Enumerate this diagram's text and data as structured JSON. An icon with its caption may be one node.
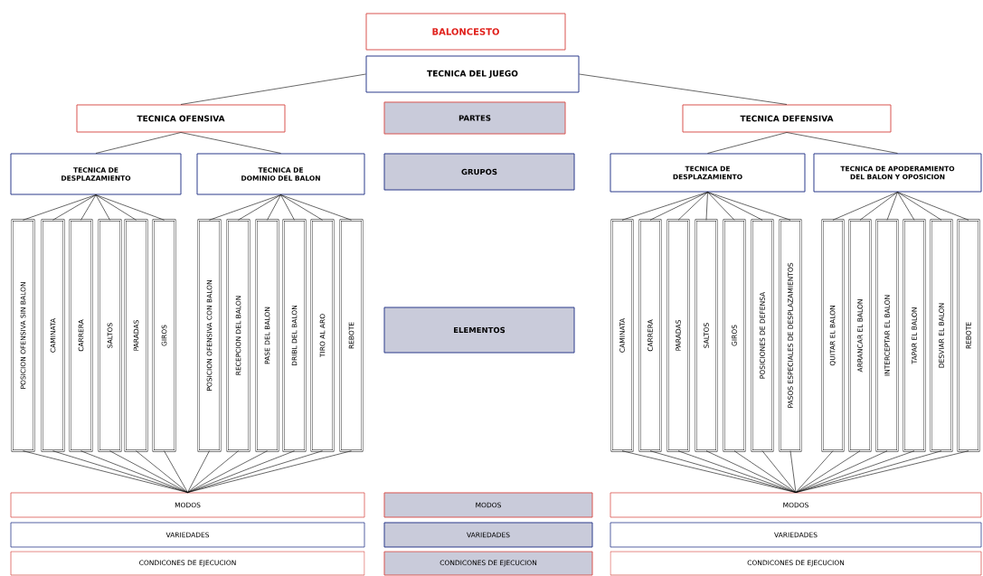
{
  "diagram": {
    "nodes": [
      {
        "text": [
          "BALONCESTO"
        ]
      },
      {
        "text": [
          "TECNICA DEL JUEGO"
        ]
      },
      {
        "text": [
          "TECNICA OFENSIVA"
        ]
      },
      {
        "text": [
          "PARTES"
        ]
      },
      {
        "text": [
          "TECNICA DEFENSIVA"
        ]
      },
      {
        "text": [
          "TECNICA DE DESPLAZAMIENTO"
        ]
      },
      {
        "text": [
          "TECNICA DE DOMINIO DEL BALON"
        ]
      },
      {
        "text": [
          "GRUPOS"
        ]
      },
      {
        "text": [
          "TECNICA DE DESPLAZAMIENTO"
        ]
      },
      {
        "text": [
          "TECNICA DE APODERAMIENTO DEL BALON Y OPOSICION"
        ]
      },
      {
        "text": [
          "POSICION OFENSIVA SIN BALON"
        ]
      },
      {
        "text": [
          "CAMINATA"
        ]
      },
      {
        "text": [
          "CARRERA"
        ]
      },
      {
        "text": [
          "SALTOS"
        ]
      },
      {
        "text": [
          "PARADAS"
        ]
      },
      {
        "text": [
          "GIROS"
        ]
      },
      {
        "text": [
          "POSICION OFENSIVA CON BALON"
        ]
      },
      {
        "text": [
          "RECEPCION DEL BALON"
        ]
      },
      {
        "text": [
          "PASE DEL BALON"
        ]
      },
      {
        "text": [
          "DRIBL DEL BALON"
        ]
      },
      {
        "text": [
          "TIRO AL ARO"
        ]
      },
      {
        "text": [
          "REBOTE"
        ]
      },
      {
        "text": [
          "ELEMENTOS"
        ]
      },
      {
        "text": [
          "CAMINATA"
        ]
      },
      {
        "text": [
          "CARRERA"
        ]
      },
      {
        "text": [
          "PARADAS"
        ]
      },
      {
        "text": [
          "SALTOS"
        ]
      },
      {
        "text": [
          "GIROS"
        ]
      },
      {
        "text": [
          "POSICIONES DE DEFENSA"
        ]
      },
      {
        "text": [
          "PASOS ESPECIALES DE DESPLAZAMIENTOS"
        ]
      },
      {
        "text": [
          "QUITAR EL BALON"
        ]
      },
      {
        "text": [
          "ARRANCAR EL BALON"
        ]
      },
      {
        "text": [
          "INTERCEPTAR EL BALON"
        ]
      },
      {
        "text": [
          "TAPAR EL BALON"
        ]
      },
      {
        "text": [
          "DESVIAR EL BALON"
        ]
      },
      {
        "text": [
          "REBOTE"
        ]
      },
      {
        "text": [
          "MODOS"
        ]
      },
      {
        "text": [
          "MODOS"
        ]
      },
      {
        "text": [
          "MODOS"
        ]
      },
      {
        "text": [
          "VARIEDADES"
        ]
      },
      {
        "text": [
          "VARIEDADES"
        ]
      },
      {
        "text": [
          "VARIEDADES"
        ]
      },
      {
        "text": [
          "CONDICONES DE EJECUCION"
        ]
      },
      {
        "text": [
          "CONDICONES DE EJECUCION"
        ]
      },
      {
        "text": [
          "CONDICONES DE EJECUCION"
        ]
      }
    ],
    "edges": [
      {
        "from": 1,
        "to": 2,
        "arrow": "none"
      },
      {
        "from": 1,
        "to": 4,
        "arrow": "none"
      },
      {
        "from": 2,
        "to": 5,
        "arrow": "none"
      },
      {
        "from": 2,
        "to": 6,
        "arrow": "none"
      },
      {
        "from": 4,
        "to": 8,
        "arrow": "none"
      },
      {
        "from": 4,
        "to": 9,
        "arrow": "none"
      },
      {
        "from": 5,
        "to": 10,
        "arrow": "none"
      },
      {
        "from": 5,
        "to": 11,
        "arrow": "none"
      },
      {
        "from": 5,
        "to": 12,
        "arrow": "none"
      },
      {
        "from": 5,
        "to": 13,
        "arrow": "none"
      },
      {
        "from": 5,
        "to": 14,
        "arrow": "none"
      },
      {
        "from": 5,
        "to": 15,
        "arrow": "none"
      },
      {
        "from": 6,
        "to": 16,
        "arrow": "none"
      },
      {
        "from": 6,
        "to": 17,
        "arrow": "none"
      },
      {
        "from": 6,
        "to": 18,
        "arrow": "none"
      },
      {
        "from": 6,
        "to": 19,
        "arrow": "none"
      },
      {
        "from": 6,
        "to": 20,
        "arrow": "none"
      },
      {
        "from": 6,
        "to": 21,
        "arrow": "none"
      },
      {
        "from": 8,
        "to": 23,
        "arrow": "none"
      },
      {
        "from": 8,
        "to": 24,
        "arrow": "none"
      },
      {
        "from": 8,
        "to": 25,
        "arrow": "none"
      },
      {
        "from": 8,
        "to": 26,
        "arrow": "none"
      },
      {
        "from": 8,
        "to": 27,
        "arrow": "none"
      },
      {
        "from": 8,
        "to": 28,
        "arrow": "none"
      },
      {
        "from": 8,
        "to": 29,
        "arrow": "none"
      },
      {
        "from": 9,
        "to": 30,
        "arrow": "none"
      },
      {
        "from": 9,
        "to": 31,
        "arrow": "none"
      },
      {
        "from": 9,
        "to": 32,
        "arrow": "none"
      },
      {
        "from": 9,
        "to": 33,
        "arrow": "none"
      },
      {
        "from": 9,
        "to": 34,
        "arrow": "none"
      },
      {
        "from": 9,
        "to": 35,
        "arrow": "none"
      },
      {
        "from": 10,
        "to": 36,
        "arrow": "none"
      },
      {
        "from": 11,
        "to": 36,
        "arrow": "none"
      },
      {
        "from": 12,
        "to": 36,
        "arrow": "none"
      },
      {
        "from": 13,
        "to": 36,
        "arrow": "none"
      },
      {
        "from": 14,
        "to": 36,
        "arrow": "none"
      },
      {
        "from": 15,
        "to": 36,
        "arrow": "none"
      },
      {
        "from": 16,
        "to": 36,
        "arrow": "none"
      },
      {
        "from": 17,
        "to": 36,
        "arrow": "none"
      },
      {
        "from": 18,
        "to": 36,
        "arrow": "none"
      },
      {
        "from": 19,
        "to": 36,
        "arrow": "none"
      },
      {
        "from": 20,
        "to": 36,
        "arrow": "none"
      },
      {
        "from": 21,
        "to": 36,
        "arrow": "none"
      },
      {
        "from": 23,
        "to": 38,
        "arrow": "none"
      },
      {
        "from": 24,
        "to": 38,
        "arrow": "none"
      },
      {
        "from": 25,
        "to": 38,
        "arrow": "none"
      },
      {
        "from": 26,
        "to": 38,
        "arrow": "none"
      },
      {
        "from": 27,
        "to": 38,
        "arrow": "none"
      },
      {
        "from": 28,
        "to": 38,
        "arrow": "none"
      },
      {
        "from": 29,
        "to": 38,
        "arrow": "none"
      },
      {
        "from": 30,
        "to": 38,
        "arrow": "none"
      },
      {
        "from": 31,
        "to": 38,
        "arrow": "none"
      },
      {
        "from": 32,
        "to": 38,
        "arrow": "none"
      },
      {
        "from": 33,
        "to": 38,
        "arrow": "none"
      },
      {
        "from": 34,
        "to": 38,
        "arrow": "none"
      },
      {
        "from": 35,
        "to": 38,
        "arrow": "none"
      }
    ]
  }
}
